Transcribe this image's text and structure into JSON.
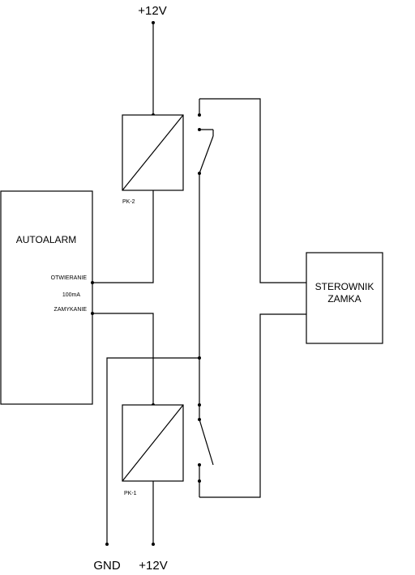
{
  "supply": {
    "top_label": "+12V",
    "bottom_label": "+12V",
    "ground_label": "GND"
  },
  "alarm": {
    "title": "AUTOALARM",
    "open_output": "OTWIERANIE",
    "current_rating": "100mA",
    "close_output": "ZAMYKANIE"
  },
  "relays": {
    "upper_name": "PK-2",
    "lower_name": "PK-1"
  },
  "controller": {
    "line1": "STEROWNIK",
    "line2": "ZAMKA"
  }
}
